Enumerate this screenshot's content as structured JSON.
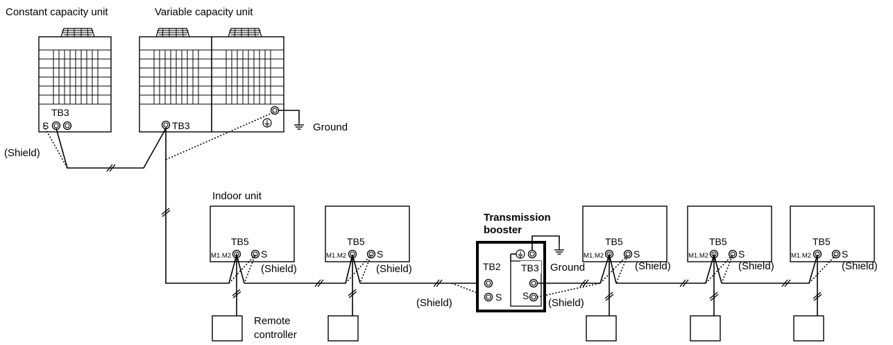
{
  "labels": {
    "constant_capacity_unit": "Constant capacity unit",
    "variable_capacity_unit": "Variable capacity unit",
    "tb3": "TB3",
    "tb5": "TB5",
    "tb2": "TB2",
    "s": "S",
    "shield": "(Shield)",
    "ground": "Ground",
    "indoor_unit": "Indoor unit",
    "transmission_booster_line1": "Transmission",
    "transmission_booster_line2": "booster",
    "m1m2": "M1.M2",
    "remote_controller_line1": "Remote",
    "remote_controller_line2": "controller"
  }
}
